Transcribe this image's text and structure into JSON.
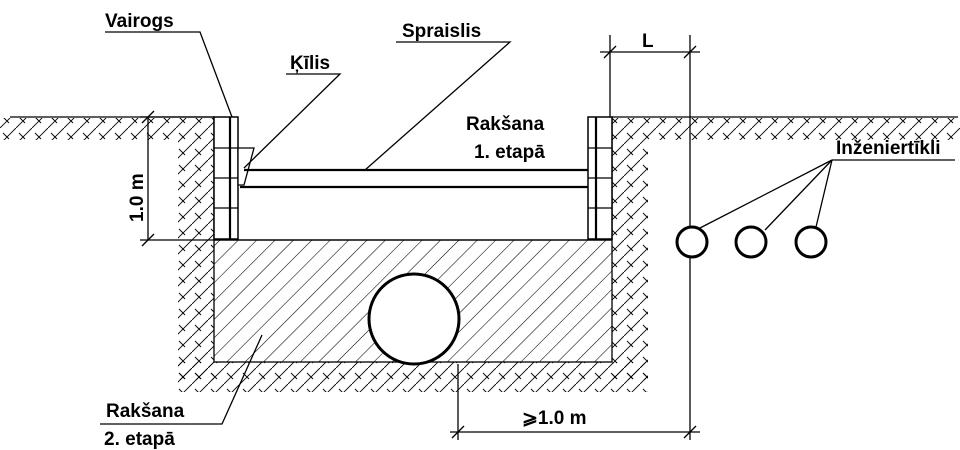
{
  "labels": {
    "vairogs": "Vairogs",
    "kilis": "Ķīlis",
    "spraislis": "Spraislis",
    "l_dim": "L",
    "raksana1_line1": "Rakšana",
    "raksana1_line2": "1. etapā",
    "inzeniertikli": "Inženiertīkli",
    "depth": "1.0 m",
    "raksana2_line1": "Rakšana",
    "raksana2_line2": "2. etapā",
    "min_dist": "⩾1.0 m"
  },
  "colors": {
    "ink": "#000000",
    "background": "#ffffff"
  }
}
